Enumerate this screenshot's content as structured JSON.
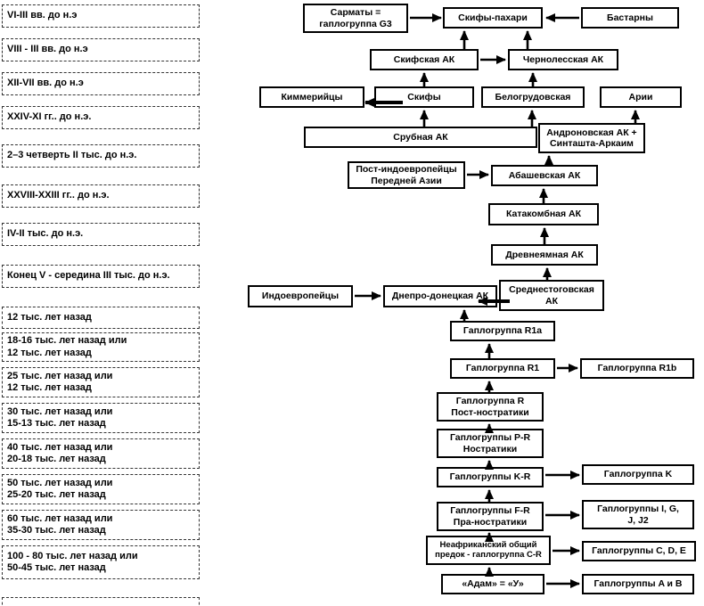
{
  "timeline": {
    "items": [
      "VI-III вв. до н.э",
      "VIII - III вв. до н.э",
      "XII-VII вв. до н.э",
      "XXIV-XI гг.. до н.э.",
      "2–3 четверть II тыс. до н.э.",
      "XXVIII-XXIII гг.. до н.э.",
      "IV-II тыс. до н.э.",
      "Конец V - середина III тыс. до н.э.",
      "12 тыс. лет назад",
      "18-16 тыс. лет назад или\n12 тыс. лет назад",
      "25 тыс. лет назад или\n12 тыс. лет назад",
      "30 тыс. лет назад или\n15-13 тыс. лет назад",
      "40 тыс. лет назад или\n20-18 тыс. лет назад",
      "50 тыс. лет назад или\n25-20 тыс. лет назад",
      "60 тыс. лет назад или\n35-30 тыс. лет назад",
      "100 - 80 тыс. лет назад или\n50-45 тыс. лет назад"
    ]
  },
  "nodes": {
    "sarmaty": "Сарматы =\nгаплогруппа G3",
    "skify_pahari": "Скифы-пахари",
    "bastarny": "Бастарны",
    "skifskaya": "Скифская АК",
    "chernolesskaya": "Чернолесская АК",
    "kimmeriytsy": "Киммерийцы",
    "skify": "Скифы",
    "belogrudovskaya": "Белогрудовская",
    "arii": "Арии",
    "srubnaya": "Срубная АК",
    "andronovskaya": "Андроновская АК +\nСинташта-Аркаим",
    "post_indoevropeytsy": "Пост-индоевропейцы\nПередней Азии",
    "abashevskaya": "Абашевская АК",
    "katakombnaya": "Катакомбная АК",
    "drevneyamnaya": "Древнеямная АК",
    "indoevropeytsy": "Индоевропейцы",
    "dnepro_donetskaya": "Днепро-донецкая АК",
    "srednestogovskaya": "Среднестоговская\nАК",
    "r1a": "Гаплогруппа R1a",
    "r1": "Гаплогруппа R1",
    "r1b": "Гаплогруппа R1b",
    "r_post_nostratiki": "Гаплогруппа R\nПост-ностратики",
    "pr_nostratiki": "Гаплогруппы P-R\nНостратики",
    "kr": "Гаплогруппы K-R",
    "k": "Гаплогруппа K",
    "fr_pra_nostratiki": "Гаплогруппы F-R\nПра-ностратики",
    "igj": "Гаплогруппы I, G,\nJ, J2",
    "neafrikanskiy": "Неафриканский общий\nпредок - гаплогруппа C-R",
    "cde": "Гаплогруппы C, D, E",
    "adam": "«Адам» = «У»",
    "ab": "Гаплогруппы A и B"
  }
}
